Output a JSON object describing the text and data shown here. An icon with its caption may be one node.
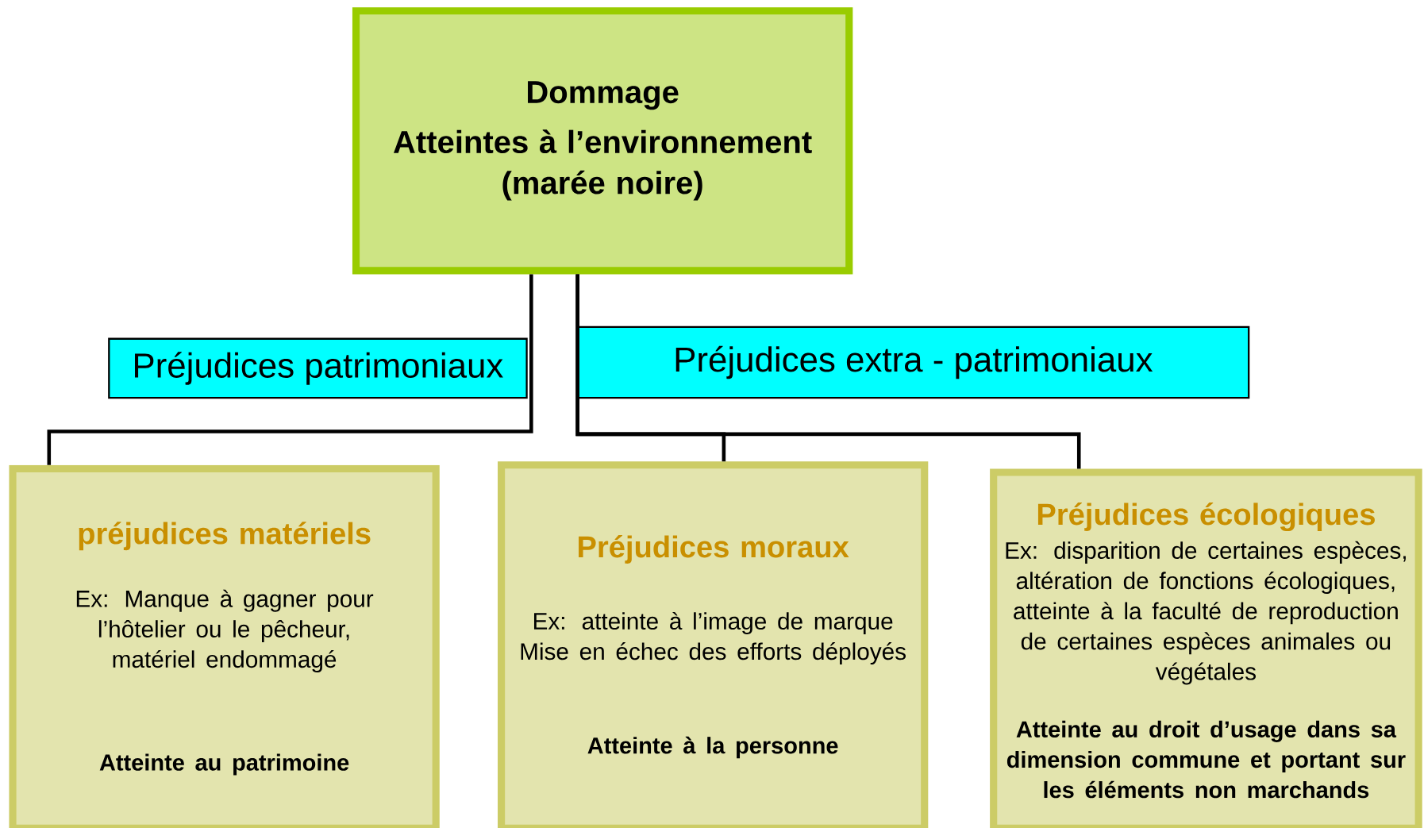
{
  "diagram": {
    "nodes": [
      {
        "text": [
          "Dommage",
          "Atteintes à l’environnement (marée noire)"
        ]
      },
      {
        "text": [
          "Préjudices patrimoniaux"
        ]
      },
      {
        "text": [
          "Préjudices extra - patrimoniaux"
        ]
      },
      {
        "text": [
          "préjudices matériels",
          "Ex: Manque à gagner pour l’hôtelier ou le pêcheur, matériel endommagé",
          "Atteinte au patrimoine"
        ]
      },
      {
        "text": [
          "Préjudices moraux",
          "Ex: atteinte à l’image de marque Mise en échec des efforts déployés",
          "Atteinte à la personne"
        ]
      },
      {
        "text": [
          "Préjudices écologiques",
          "Ex: disparition de certaines espèces, altération de fonctions écologiques, atteinte à la faculté de reproduction de certaines espèces animales ou végétales",
          "Atteinte au droit d’usage dans sa dimension commune et portant sur les éléments non marchands"
        ]
      }
    ],
    "edges": [
      {
        "from": 0,
        "to": 3,
        "arrow": "none"
      },
      {
        "from": 0,
        "to": 4,
        "arrow": "none"
      },
      {
        "from": 0,
        "to": 5,
        "arrow": "none"
      }
    ]
  }
}
